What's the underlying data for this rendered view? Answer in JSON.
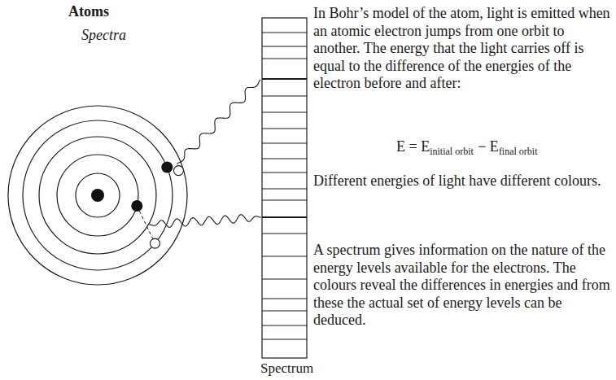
{
  "diagram": {
    "title": "Atoms",
    "labels": [
      "Spectra",
      "In Bohr’s model of the atom, light is emitted when an atomic electron jumps from one orbit to another. The energy that the light carries off is equal to the difference of the energies of the electron before and after:",
      "E = E",
      "initial orbit",
      "− E",
      "final orbit",
      "Different energies of light have different colours.",
      "A spectrum gives information on the nature of the energy levels available for the electrons. The colours reveal the differences in energies and from these the actual set of energy levels can be deduced.",
      "Spectrum"
    ]
  }
}
